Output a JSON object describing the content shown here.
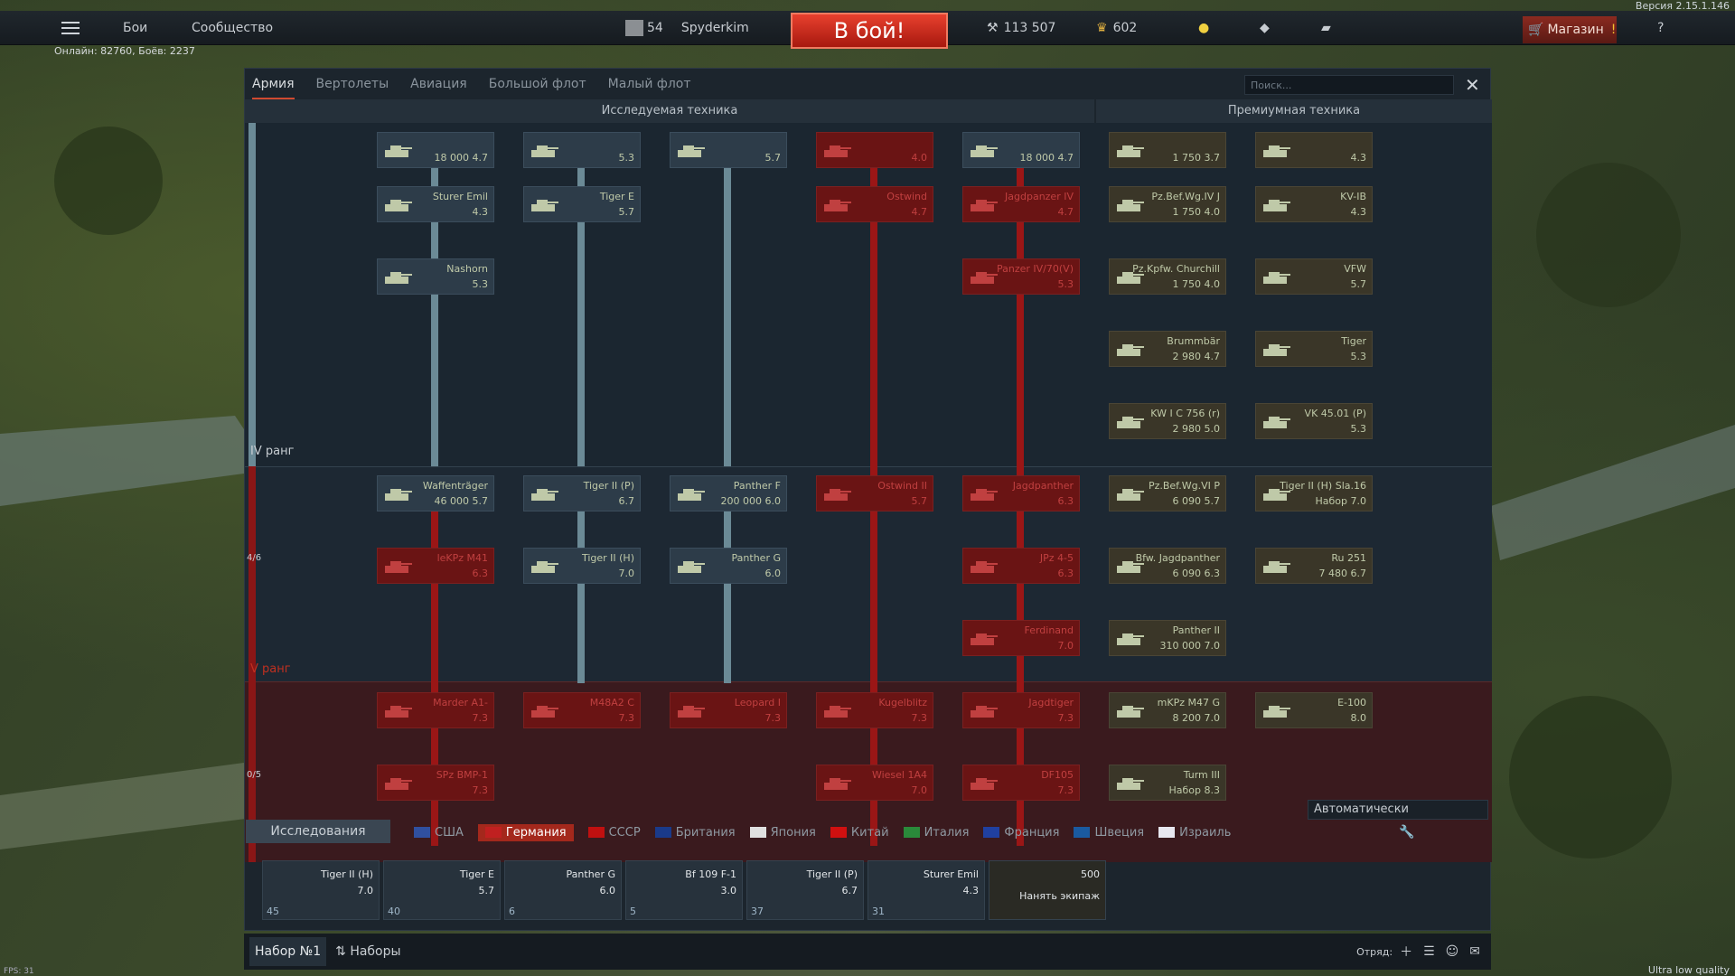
{
  "app": {
    "version": "Версия 2.15.1.146",
    "online": "Онлайн: 82760, Боёв: 2237",
    "fps": "FPS: 31",
    "quality": "Ultra low quality"
  },
  "topbar": {
    "battles": "Бои",
    "community": "Сообщество",
    "level": "54",
    "nickname": "Spyderkim",
    "battle_button": "В бой!",
    "silver": "113 507",
    "gold": "602",
    "shop": "Магазин"
  },
  "tabs": [
    "Армия",
    "Вертолеты",
    "Авиация",
    "Большой флот",
    "Малый флот"
  ],
  "search_placeholder": "Поиск...",
  "columns": {
    "researched": "Исследуемая техника",
    "premium": "Премиумная техника"
  },
  "ranks": {
    "iv": "IV ранг",
    "v": "V ранг",
    "progress_iv": "4/6",
    "progress_v": "0/5"
  },
  "tree": [
    {
      "name": "",
      "stat": "18 000 4.7",
      "red": false
    },
    {
      "name": "",
      "stat": "5.3",
      "red": false
    },
    {
      "name": "",
      "stat": "5.7",
      "red": false
    },
    {
      "name": "",
      "stat": "4.0",
      "red": true
    },
    {
      "name": "",
      "stat": "18 000 4.7",
      "red": false
    },
    {
      "name": "Sturer Emil",
      "stat": "4.3",
      "red": false
    },
    {
      "name": "Tiger E",
      "stat": "5.7",
      "red": false
    },
    {
      "name": "Ostwind",
      "stat": "4.7",
      "red": true
    },
    {
      "name": "Jagdpanzer IV",
      "stat": "4.7",
      "red": true
    },
    {
      "name": "Nashorn",
      "stat": "5.3",
      "red": false
    },
    {
      "name": "Panzer IV/70(V)",
      "stat": "5.3",
      "red": true
    },
    {
      "name": "Waffenträger",
      "stat": "46 000 5.7",
      "red": false
    },
    {
      "name": "Tiger II (P)",
      "stat": "6.7",
      "red": false
    },
    {
      "name": "Panther F",
      "stat": "200 000 6.0",
      "red": false
    },
    {
      "name": "Ostwind II",
      "stat": "5.7",
      "red": true
    },
    {
      "name": "Jagdpanther",
      "stat": "6.3",
      "red": true
    },
    {
      "name": "leKPz M41",
      "stat": "6.3",
      "red": true
    },
    {
      "name": "Tiger II (H)",
      "stat": "7.0",
      "red": false
    },
    {
      "name": "Panther G",
      "stat": "6.0",
      "red": false
    },
    {
      "name": "JPz 4-5",
      "stat": "6.3",
      "red": true
    },
    {
      "name": "Ferdinand",
      "stat": "7.0",
      "red": true
    },
    {
      "name": "Marder A1-",
      "stat": "7.3",
      "red": true
    },
    {
      "name": "M48A2 C",
      "stat": "7.3",
      "red": true
    },
    {
      "name": "Leopard I",
      "stat": "7.3",
      "red": true
    },
    {
      "name": "Kugelblitz",
      "stat": "7.3",
      "red": true
    },
    {
      "name": "Jagdtiger",
      "stat": "7.3",
      "red": true
    },
    {
      "name": "SPz BMP-1",
      "stat": "7.3",
      "red": true
    },
    {
      "name": "Wiesel 1A4",
      "stat": "7.0",
      "red": true
    },
    {
      "name": "DF105",
      "stat": "7.3",
      "red": true
    }
  ],
  "premium": [
    {
      "name": "",
      "stat": "1 750 3.7"
    },
    {
      "name": "",
      "stat": "4.3"
    },
    {
      "name": "Pz.Bef.Wg.IV J",
      "stat": "1 750 4.0"
    },
    {
      "name": "KV-IB",
      "stat": "4.3"
    },
    {
      "name": "Pz.Kpfw. Churchill",
      "stat": "1 750 4.0"
    },
    {
      "name": "VFW",
      "stat": "5.7"
    },
    {
      "name": "Brummbär",
      "stat": "2 980 4.7"
    },
    {
      "name": "Tiger",
      "stat": "5.3"
    },
    {
      "name": "KW I C 756 (r)",
      "stat": "2 980 5.0"
    },
    {
      "name": "VK 45.01 (P)",
      "stat": "5.3"
    },
    {
      "name": "Pz.Bef.Wg.VI P",
      "stat": "6 090 5.7"
    },
    {
      "name": "Tiger II (H) Sla.16",
      "stat": "Набор 7.0"
    },
    {
      "name": "Bfw. Jagdpanther",
      "stat": "6 090 6.3"
    },
    {
      "name": "Ru 251",
      "stat": "7 480 6.7"
    },
    {
      "name": "Panther II",
      "stat": "310 000 7.0"
    },
    {
      "name": "mKPz M47 G",
      "stat": "8 200 7.0"
    },
    {
      "name": "E-100",
      "stat": "8.0"
    },
    {
      "name": "Turm III",
      "stat": "Набор 8.3"
    }
  ],
  "autoselect": "Автоматически",
  "research_label": "Исследования",
  "nations": [
    "США",
    "Германия",
    "СССР",
    "Британия",
    "Япония",
    "Китай",
    "Италия",
    "Франция",
    "Швеция",
    "Израиль"
  ],
  "crew": [
    {
      "name": "Tiger II (H)",
      "stat": "7.0",
      "count": "45"
    },
    {
      "name": "Tiger E",
      "stat": "5.7",
      "count": "40"
    },
    {
      "name": "Panther G",
      "stat": "6.0",
      "count": "6"
    },
    {
      "name": "Bf 109 F-1",
      "stat": "3.0",
      "count": "5"
    },
    {
      "name": "Tiger II (P)",
      "stat": "6.7",
      "count": "37"
    },
    {
      "name": "Sturer Emil",
      "stat": "4.3",
      "count": "31"
    }
  ],
  "hire": {
    "cost": "500",
    "label": "Нанять экипаж"
  },
  "footer": {
    "preset": "Набор №1",
    "presets": "Наборы",
    "squad": "Отряд:"
  }
}
